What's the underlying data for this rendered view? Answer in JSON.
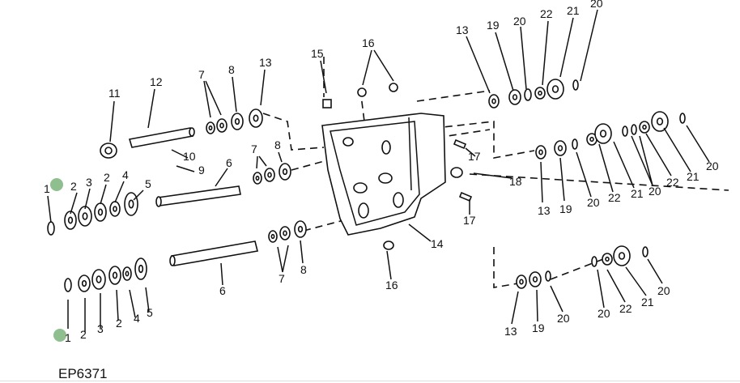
{
  "figure_id": "EP6371",
  "callouts": [
    "11",
    "12",
    "10",
    "9",
    "7",
    "8",
    "13",
    "6",
    "7",
    "8",
    "15",
    "16",
    "13",
    "19",
    "20",
    "22",
    "21",
    "20",
    "1",
    "2",
    "3",
    "2",
    "4",
    "5",
    "1",
    "2",
    "3",
    "2",
    "4",
    "5",
    "6",
    "7",
    "8",
    "14",
    "16",
    "17",
    "18",
    "17",
    "13",
    "19",
    "20",
    "22",
    "21",
    "20",
    "22",
    "21",
    "20",
    "13",
    "19",
    "20",
    "20",
    "22",
    "21",
    "20"
  ],
  "marker_color": "#8fbf8f"
}
